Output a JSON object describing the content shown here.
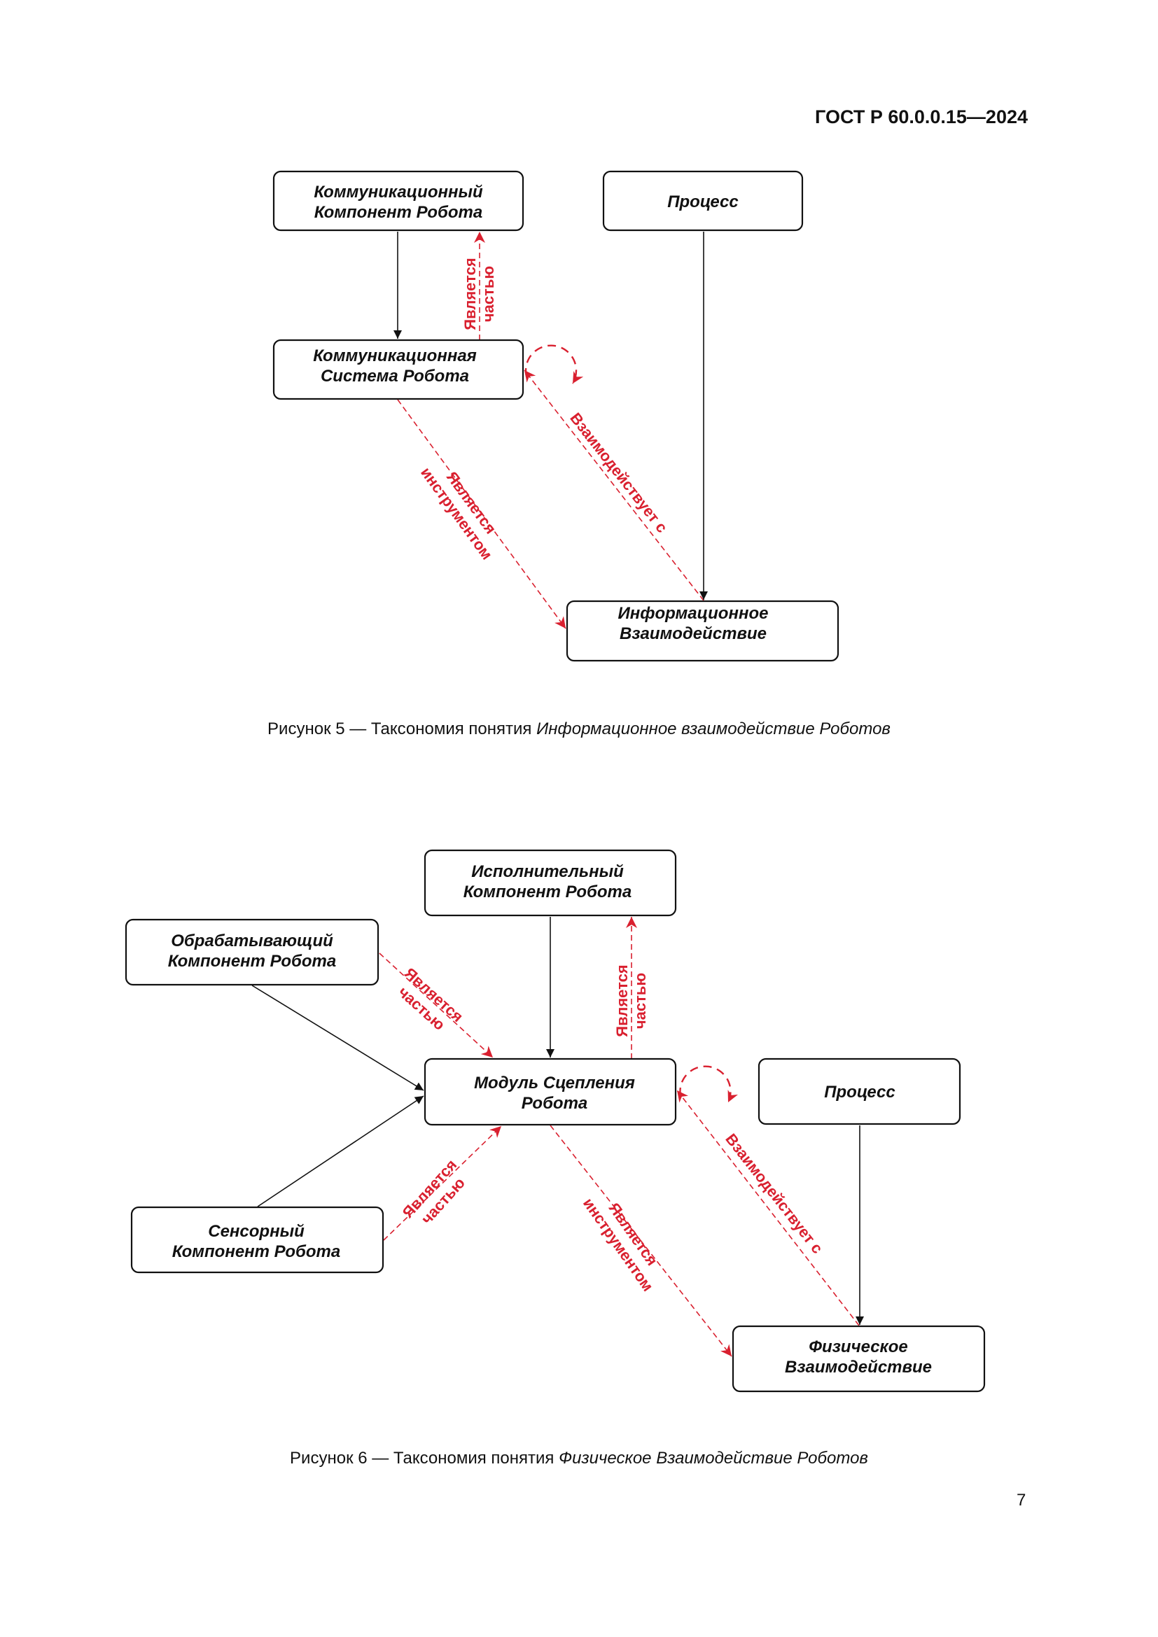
{
  "header": {
    "doc_id": "ГОСТ Р 60.0.0.15—2024"
  },
  "figure5": {
    "boxes": {
      "comm_component": [
        "Коммуникационный",
        "Компонент Робота"
      ],
      "process": [
        "Процесс"
      ],
      "comm_system": [
        "Коммуникационная",
        "Система Робота"
      ],
      "info_interaction": [
        "Информационное",
        "Взаимодействие"
      ]
    },
    "labels": {
      "part_of": [
        "Является",
        "частью"
      ],
      "tool": [
        "Является",
        "инструментом"
      ],
      "interacts": "Взаимодействует с"
    },
    "caption_prefix": "Рисунок 5 — Таксономия понятия ",
    "caption_term": "Информационное взаимодействие Роботов"
  },
  "figure6": {
    "boxes": {
      "actuator": [
        "Исполнительный",
        "Компонент Робота"
      ],
      "processing": [
        "Обрабатывающий",
        "Компонент Робота"
      ],
      "coupling": [
        "Модуль Сцепления",
        "Робота"
      ],
      "process": [
        "Процесс"
      ],
      "sensor": [
        "Сенсорный",
        "Компонент Робота"
      ],
      "physical": [
        "Физическое",
        "Взаимодействие"
      ]
    },
    "labels": {
      "part_of": [
        "Является",
        "частью"
      ],
      "tool": [
        "Является",
        "инструментом"
      ],
      "interacts": "Взаимодействует с"
    },
    "caption_prefix": "Рисунок 6 — Таксономия понятия ",
    "caption_term": "Физическое Взаимодействие Роботов"
  },
  "page_number": "7",
  "colors": {
    "relation": "#d9202f",
    "text": "#111111"
  }
}
